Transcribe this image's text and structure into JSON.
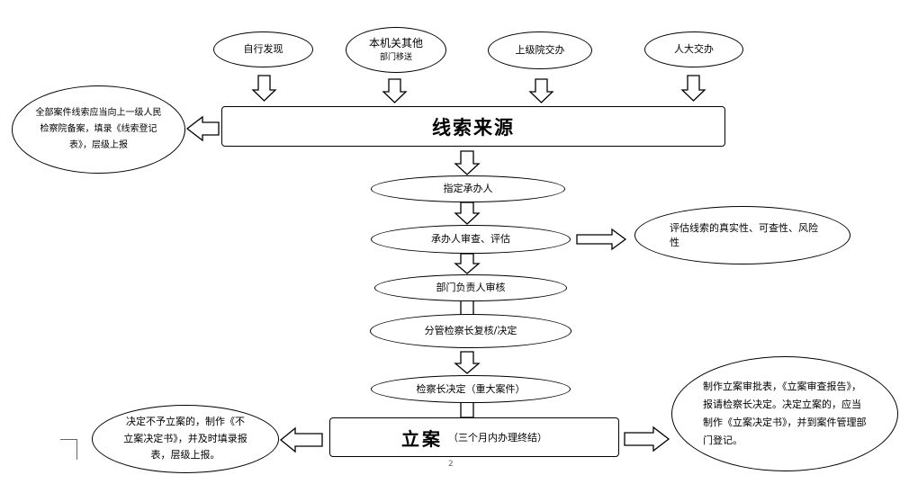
{
  "sources": [
    {
      "label": "自行发现",
      "sub": ""
    },
    {
      "label": "本机关其他",
      "sub": "部门移送"
    },
    {
      "label": "上级院交办",
      "sub": ""
    },
    {
      "label": "人大交办",
      "sub": ""
    }
  ],
  "main_box": {
    "label": "线索来源"
  },
  "left_note": {
    "text": "全部案件线索应当向上一级人民检察院备案，填录《线索登记表》，层级上报"
  },
  "steps": [
    "指定承办人",
    "承办人审查、评估",
    "部门负责人审核",
    "分管检察长复核/决定",
    "检察长决定（重大案件）"
  ],
  "assess_note": {
    "text": "评估线索的真实性、可查性、风险性"
  },
  "lian": {
    "title": "立案",
    "sub": "（三个月内办理终结）"
  },
  "no_lian_note": {
    "text": "决定不予立案的，制作《不立案决定书》，并及时填录报表，层级上报。"
  },
  "lian_note": {
    "text": "制作立案审批表，《立案审查报告》，报请检察长决定。决定立案的，应当制作《立案决定书》，并到案件管理部门登记。"
  },
  "page_number": "2"
}
